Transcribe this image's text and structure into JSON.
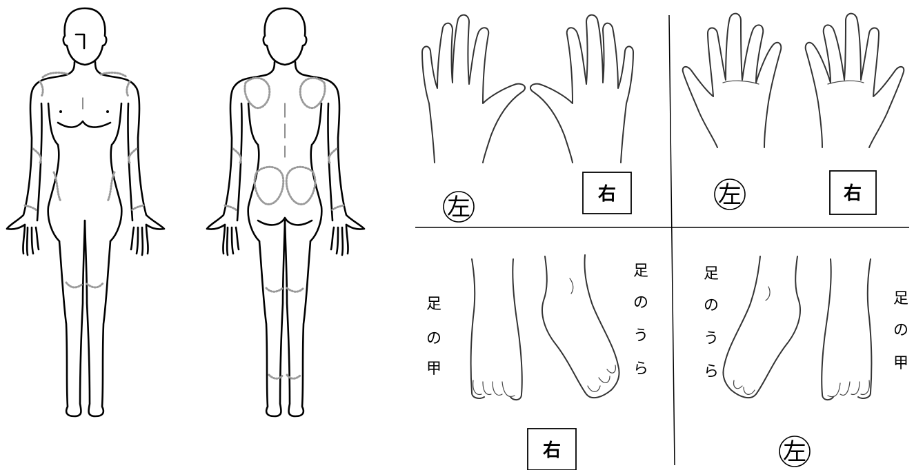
{
  "labels": {
    "right": "右",
    "left": "左",
    "foot_top": [
      "足",
      "の",
      "甲"
    ],
    "foot_sole": [
      "足",
      "の",
      "う",
      "ら"
    ]
  },
  "colors": {
    "outline": "#000000",
    "marked_region": "#9a9a9a",
    "background": "#ffffff"
  }
}
